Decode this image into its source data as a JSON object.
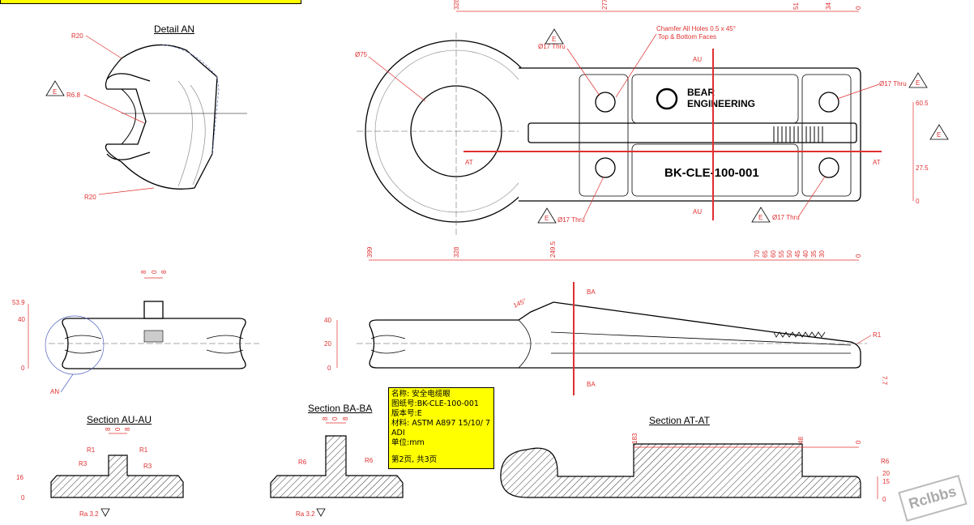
{
  "views": {
    "detail_an": "Detail AN",
    "section_au": "Section AU-AU",
    "section_ba": "Section BA-BA",
    "section_at": "Section AT-AT"
  },
  "brand": {
    "line1": "BEAR",
    "line2": "ENGINEERING"
  },
  "part_number": "BK-CLE-100-001",
  "notes": {
    "chamfer_line1": "Chamfer All Holes 0.5 x 45°",
    "chamfer_line2": "Top & Bottom Faces",
    "thru17": "Ø17 Thru",
    "dia75": "Ø75",
    "angle145": "145°"
  },
  "title_block": {
    "name": "名称: 安全电缆眼",
    "drawing_no": "图纸号:BK-CLE-100-001",
    "version": "版本号:E",
    "material": "材料:  ASTM A897 15/10/ 7",
    "material2": "ADI",
    "unit": "单位:mm",
    "page": "第2页, 共3页"
  },
  "section_marks": {
    "at": "AT",
    "au": "AU",
    "ba": "BA",
    "an": "AN"
  },
  "radii": {
    "r20": "R20",
    "r68": "R6.8",
    "r1": "R1",
    "r3": "R3",
    "r6": "R6"
  },
  "rev_tag": "E",
  "roughness": "Ra 3.2",
  "watermark": "Rclbbs",
  "dims": {
    "top_view_top": [
      "328",
      "277",
      "51",
      "34",
      "0"
    ],
    "top_view_right": [
      "60.5",
      "27.5",
      "0"
    ],
    "side_view_top": [
      "399",
      "328",
      "249.5"
    ],
    "side_view_teeth": [
      "70",
      "65",
      "60",
      "55",
      "50",
      "45",
      "40",
      "35",
      "30",
      "0"
    ],
    "side_view_left": [
      "40",
      "20",
      "0"
    ],
    "side_view_right": "7.7",
    "au_top": [
      "8",
      "0",
      "8"
    ],
    "au_left": [
      "53.9",
      "40",
      "0"
    ],
    "sec_au_top": [
      "8",
      "0",
      "8"
    ],
    "sec_au_left": [
      "16",
      "0"
    ],
    "sec_ba_top": [
      "8",
      "0",
      "8"
    ],
    "sec_at_top": [
      "183",
      "48",
      "0"
    ],
    "sec_at_right": [
      "20",
      "15",
      "0"
    ]
  }
}
